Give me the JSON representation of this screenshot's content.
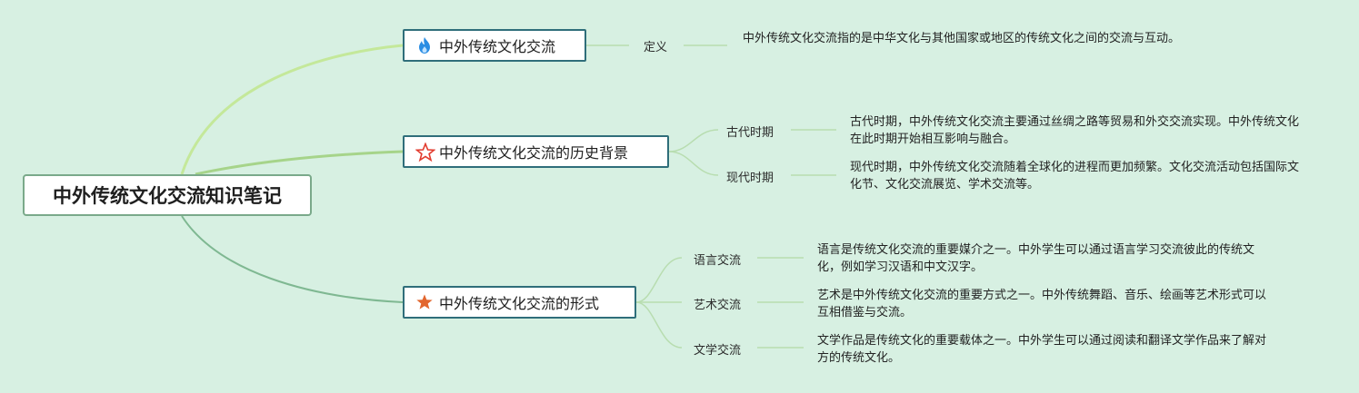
{
  "root": {
    "title": "中外传统文化交流知识笔记"
  },
  "branches": [
    {
      "title": "中外传统文化交流",
      "icon": "flame-icon",
      "icon_color": "#2a8de3",
      "children": [
        {
          "label": "定义",
          "text": "中外传统文化交流指的是中华文化与其他国家或地区的传统文化之间的交流与互动。"
        }
      ]
    },
    {
      "title": "中外传统文化交流的历史背景",
      "icon": "star-outline-icon",
      "icon_color": "#e23b2e",
      "children": [
        {
          "label": "古代时期",
          "text": "古代时期，中外传统文化交流主要通过丝绸之路等贸易和外交交流实现。中外传统文化在此时期开始相互影响与融合。"
        },
        {
          "label": "现代时期",
          "text": "现代时期，中外传统文化交流随着全球化的进程而更加频繁。文化交流活动包括国际文化节、文化交流展览、学术交流等。"
        }
      ]
    },
    {
      "title": "中外传统文化交流的形式",
      "icon": "star-filled-icon",
      "icon_color": "#e2662e",
      "children": [
        {
          "label": "语言交流",
          "text": "语言是传统文化交流的重要媒介之一。中外学生可以通过语言学习交流彼此的传统文化，例如学习汉语和中文汉字。"
        },
        {
          "label": "艺术交流",
          "text": "艺术是中外传统文化交流的重要方式之一。中外传统舞蹈、音乐、绘画等艺术形式可以互相借鉴与交流。"
        },
        {
          "label": "文学交流",
          "text": "文学作品是传统文化的重要载体之一。中外学生可以通过阅读和翻译文学作品来了解对方的传统文化。"
        }
      ]
    }
  ],
  "colors": {
    "branch1_edge": "#c4e89a",
    "branch2_edge": "#a6d48a",
    "branch3_edge": "#7fb892",
    "leaf_edge": "#b8ddb0"
  }
}
